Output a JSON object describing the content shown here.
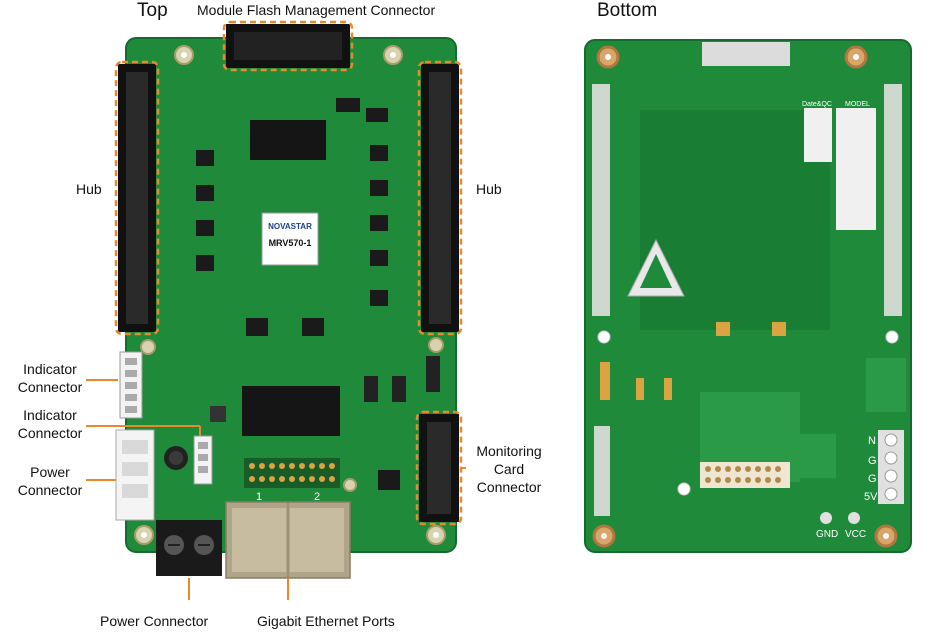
{
  "titles": {
    "top": "Top",
    "bottom": "Bottom"
  },
  "labels": {
    "module_flash": "Module Flash Management Connector",
    "hub_left": "Hub",
    "hub_right": "Hub",
    "indicator_1": [
      "Indicator",
      "Connector"
    ],
    "indicator_2": [
      "Indicator",
      "Connector"
    ],
    "power_side": [
      "Power",
      "Connector"
    ],
    "monitoring": [
      "Monitoring",
      "Card",
      "Connector"
    ],
    "power_bottom": "Power Connector",
    "gigabit": "Gigabit Ethernet Ports"
  },
  "chip": {
    "brand": "NOVASTAR",
    "model": "MRV570-1"
  },
  "bottom_board": {
    "date_label": "Date&QC",
    "model_label": "MODEL",
    "gnd": "GND",
    "vcc": "VCC",
    "pins": [
      "N",
      "G",
      "G",
      "5V"
    ]
  },
  "port_numbers": [
    "1",
    "2"
  ],
  "colors": {
    "pcb": "#1e8a3a",
    "pcb_dark": "#146b2c",
    "callout": "#e8892b"
  }
}
